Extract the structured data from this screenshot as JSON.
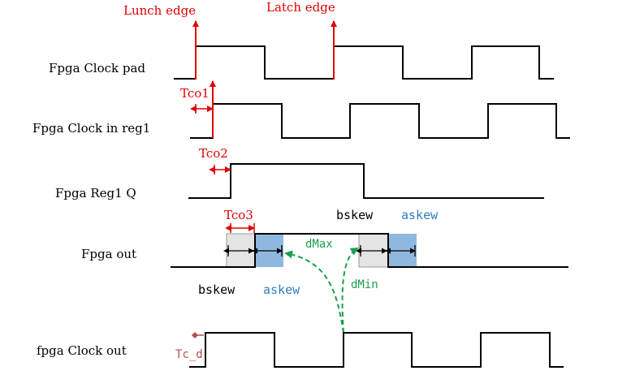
{
  "signals": {
    "clock_pad": "Fpga Clock pad",
    "clock_reg1": "Fpga Clock in reg1",
    "reg1_q": "Fpga Reg1 Q",
    "fpga_out": "Fpga out",
    "clock_out": "fpga Clock out"
  },
  "annotations": {
    "launch_edge": "Lunch edge",
    "latch_edge": "Latch edge",
    "tco1": "Tco1",
    "tco2": "Tco2",
    "tco3": "Tco3",
    "bskew_top": "bskew",
    "askew_top": "askew",
    "bskew_bottom": "bskew",
    "askew_bottom": "askew",
    "dmax": "dMax",
    "dmin": "dMin",
    "tc_d": "Tc_d"
  },
  "colors": {
    "red": "#e00000",
    "green": "#1aa050",
    "blue_text": "#2a7fc0",
    "skew_gray": "#e4e4e4",
    "skew_blue": "#8fb8de"
  }
}
